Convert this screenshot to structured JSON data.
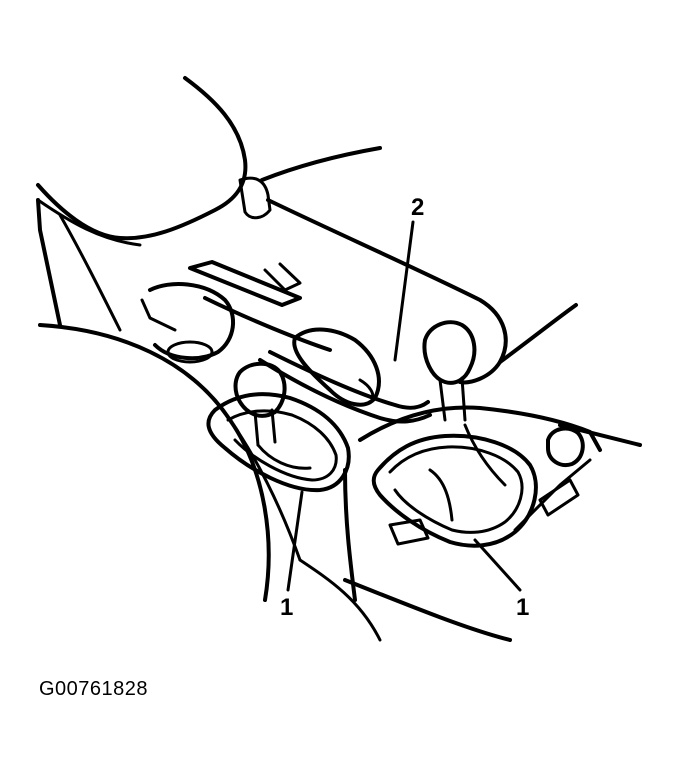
{
  "figure": {
    "figure_id": "G00761828",
    "callouts": [
      {
        "label": "2"
      },
      {
        "label": "1"
      },
      {
        "label": "1"
      }
    ]
  }
}
